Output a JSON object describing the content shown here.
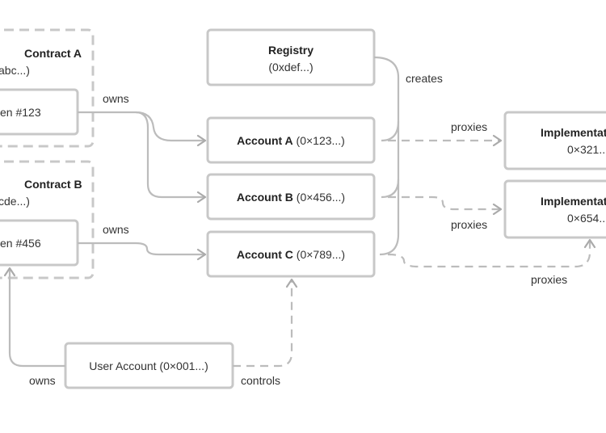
{
  "nodes": {
    "contract_a": {
      "title": "Contract A",
      "sub": "abc...)"
    },
    "token_a": {
      "title": "en #123"
    },
    "contract_b": {
      "title": "Contract B",
      "sub": "cde...)"
    },
    "token_b": {
      "title": "en #456"
    },
    "registry": {
      "title": "Registry",
      "sub": "(0xdef...)"
    },
    "account_a": {
      "title": "Account A",
      "sub": " (0×123...)"
    },
    "account_b": {
      "title": "Account B",
      "sub": " (0×456...)"
    },
    "account_c": {
      "title": "Account C",
      "sub": " (0×789...)"
    },
    "impl_1": {
      "title": "Implementat",
      "sub": "0×321..."
    },
    "impl_2": {
      "title": "Implementat",
      "sub": "0×654..."
    },
    "user_account": {
      "title": "User Account (0×001...)"
    }
  },
  "edges": {
    "owns_1": "owns",
    "owns_2": "owns",
    "owns_3": "owns",
    "creates": "creates",
    "proxies_1": "proxies",
    "proxies_2": "proxies",
    "proxies_3": "proxies",
    "controls": "controls"
  },
  "colors": {
    "border": "#c8c8c8",
    "line": "#bcbcbc",
    "text": "#222222"
  }
}
